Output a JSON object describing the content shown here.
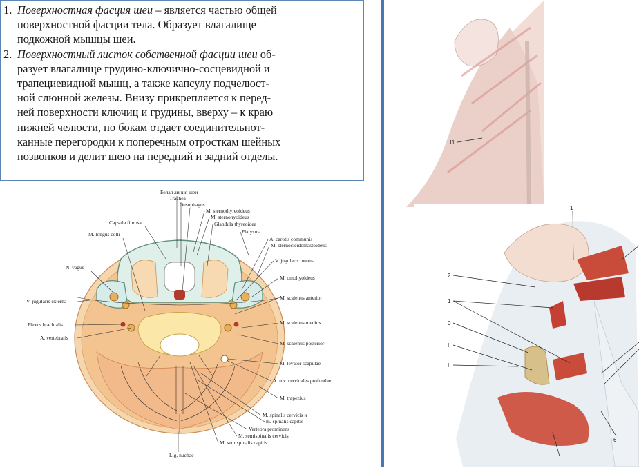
{
  "text_items": [
    {
      "number": "1.",
      "term": "Поверхностная фасция шеи",
      "lines": [
        {
          "pre": "",
          "italic": "Поверхностная фасция шеи",
          "post": " – является частью общей"
        },
        {
          "pre": "поверхностной фасции тела. Образует влагалище",
          "italic": "",
          "post": ""
        },
        {
          "pre": "подкожной мышцы шеи.",
          "italic": "",
          "post": ""
        }
      ]
    },
    {
      "number": "2.",
      "term": "Поверхностный листок собственной фасции шеи",
      "lines": [
        {
          "pre": "",
          "italic": "Поверхностный листок собственной фасции шеи",
          "post": " об-"
        },
        {
          "pre": "разует влагалище грудино-ключично-сосцевидной и",
          "italic": "",
          "post": ""
        },
        {
          "pre": "трапециевидной мышц, а также капсулу подчелюст-",
          "italic": "",
          "post": ""
        },
        {
          "pre": "ной слюнной железы. Внизу прикрепляется к перед-",
          "italic": "",
          "post": ""
        },
        {
          "pre": "ней поверхности ключиц и грудины, вверху – к краю",
          "italic": "",
          "post": ""
        },
        {
          "pre": "нижней челюсти, по бокам отдает соединительнот-",
          "italic": "",
          "post": ""
        },
        {
          "pre": "канные перегородки к поперечным отросткам шейных",
          "italic": "",
          "post": ""
        },
        {
          "pre": "позвонков и делит шею на передний и задний отделы.",
          "italic": "",
          "post": ""
        }
      ]
    }
  ],
  "cross_section": {
    "labels_top": [
      "Белая линия шеи",
      "Trachea",
      "Oesophagus"
    ],
    "labels_right": [
      "M. sternothyreoideus",
      "M. sternohyoideus",
      "Glandula thyreoidea",
      "Platysma",
      "A. carotis communis",
      "M. sternocleidomastoideus",
      "V. jugularis interna",
      "M. omohyoideus",
      "M. scalenus anterior",
      "M. scalenus medius",
      "M. scalenus posterior",
      "M. levator scapulae",
      "A. и v. cervicales profundae",
      "M. trapezius"
    ],
    "labels_left": [
      "Capsula fibrosa",
      "M. longus colli",
      "N. vagus",
      "V. jugularis externa",
      "Plexus brachialis",
      "A. vertebralis"
    ],
    "labels_bottom": [
      "M. spinalis cervicis и",
      "m. spinalis capitis",
      "Vertebra prominens",
      "M. semispinalis cervicis",
      "M. semispinalis capitis",
      "Lig. nuchae"
    ]
  },
  "photo_top": {
    "label": "11"
  },
  "photo_bottom": {
    "labels": [
      "1",
      "2",
      "1",
      "0",
      "I",
      "I",
      "6"
    ]
  },
  "colors": {
    "divider": "#4a78b4",
    "border": "#5b86b6"
  }
}
